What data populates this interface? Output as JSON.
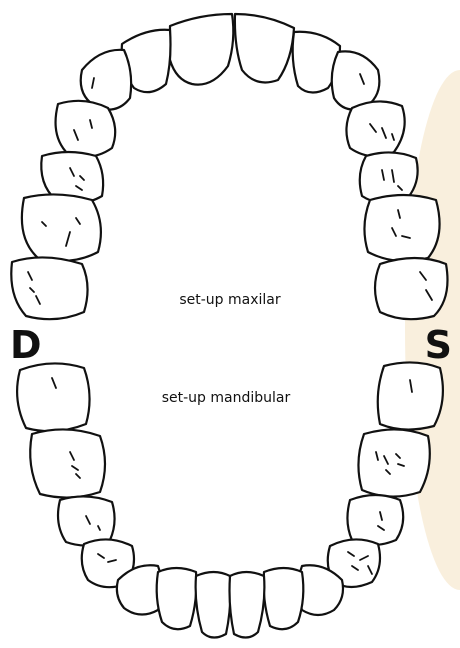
{
  "labels": {
    "upper_arch": "set-up maxilar",
    "lower_arch": "set-up mandibular",
    "right_side": "D",
    "left_side": "S"
  },
  "colors": {
    "outline": "#111111",
    "background": "#ffffff",
    "watermark": "#f7e8cf"
  }
}
